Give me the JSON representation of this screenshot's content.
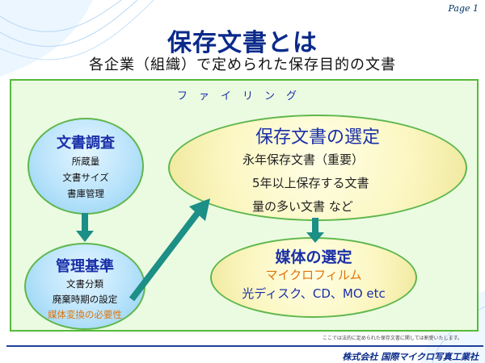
{
  "page_label": "Page 1",
  "title": "保存文書とは",
  "subtitle": "各企業（組織）で定められた保存目的の文書",
  "filing_label": "ファイリング",
  "survey": {
    "heading": "文書調査",
    "items": [
      "所蔵量",
      "文書サイズ",
      "書庫管理"
    ]
  },
  "criteria": {
    "heading": "管理基準",
    "items": [
      "文書分類",
      "廃棄時期の設定"
    ],
    "highlight": "媒体変換の必要性"
  },
  "selection": {
    "heading": "保存文書の選定",
    "items": [
      "永年保存文書（重要）",
      "5年以上保存する文書",
      "量の多い文書  など"
    ]
  },
  "media": {
    "heading": "媒体の選定",
    "highlight": "マイクロフィルム",
    "line": "光ディスク、CD、MO etc"
  },
  "note": "ここでは法的に定められた保存文書に関しては割愛いたします。",
  "company": "株式会社 国際マイクロ写真工業社",
  "colors": {
    "title": "#0a2a8a",
    "panel_fill": "#ebfbe1",
    "panel_border": "#55bb3b",
    "arrow": "#1c8f86",
    "highlight": "#e0740a"
  }
}
